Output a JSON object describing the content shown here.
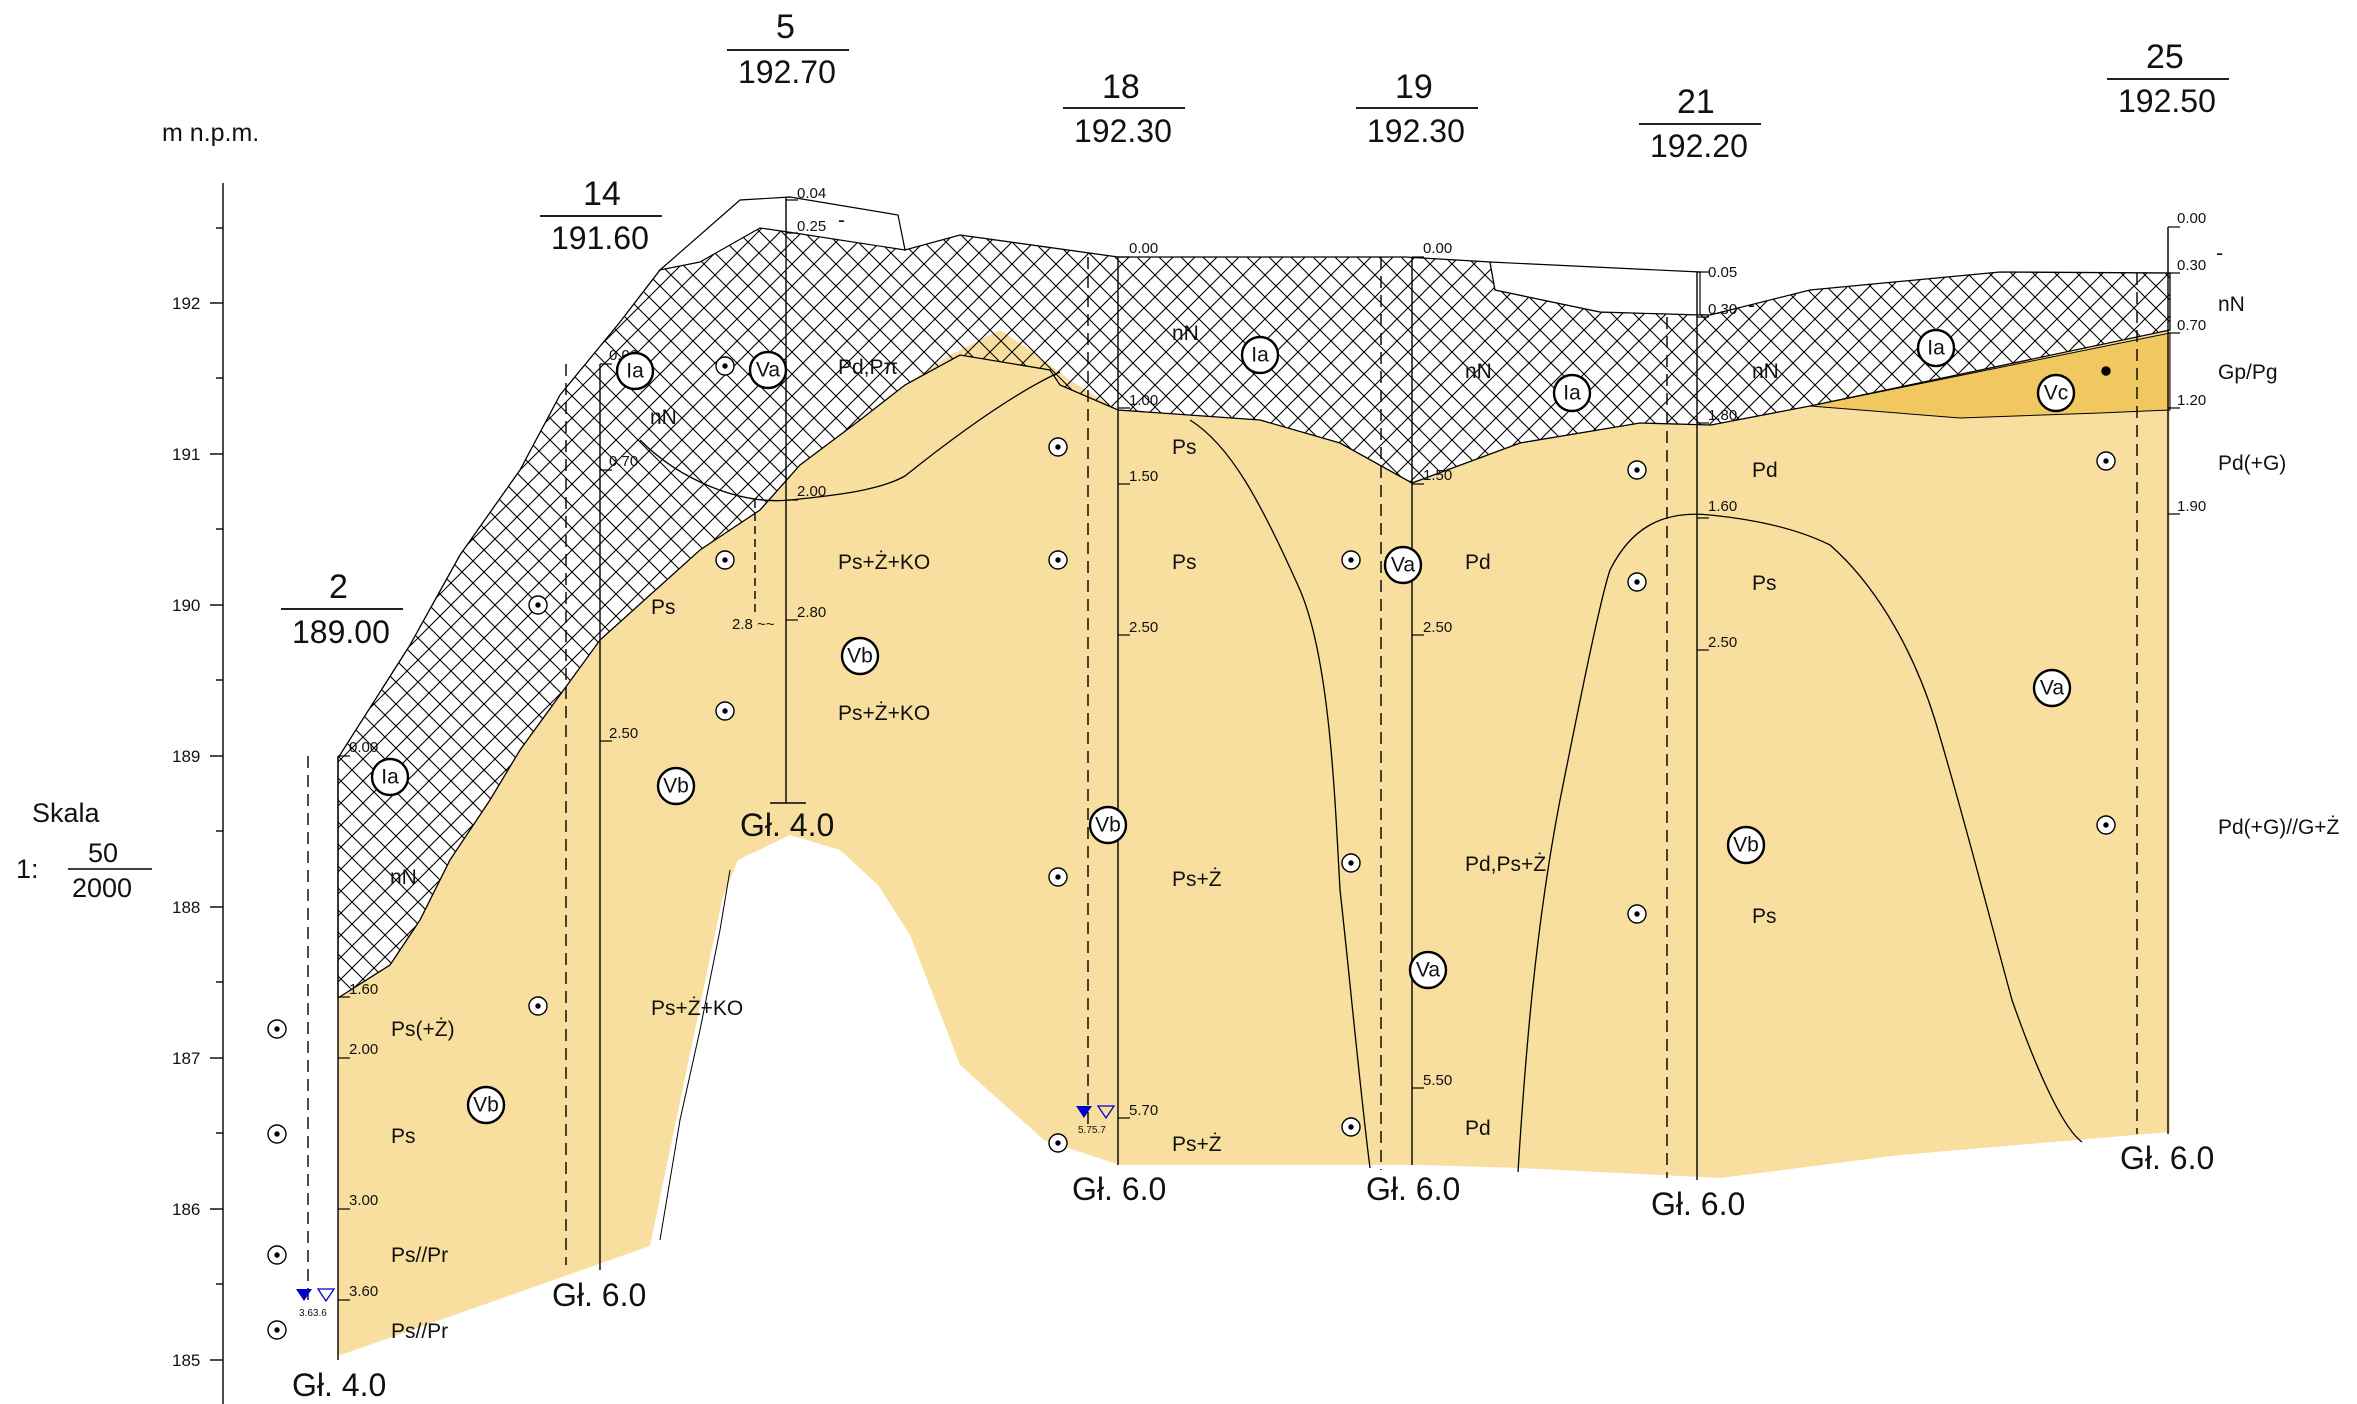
{
  "axis": {
    "unit_label": "m n.p.m.",
    "ticks": [
      "192",
      "191",
      "190",
      "189",
      "188",
      "187",
      "186",
      "185"
    ]
  },
  "scale": {
    "label": "Skala",
    "prefix": "1:",
    "numerator": "50",
    "denominator": "2000"
  },
  "colors": {
    "sand_fill": "#f8df9f",
    "gravel_fill": "#f1c860",
    "fill_hatch": "#000000",
    "groundwater": "#0000cc",
    "line": "#000000"
  },
  "boreholes": [
    {
      "id": "b2",
      "number": "2",
      "elevation": "189.00",
      "depth_label": "Gł. 4.0",
      "depths": [
        "0.00",
        "1.60",
        "2.00",
        "3.00",
        "3.60"
      ],
      "groundwater": "3.63.6"
    },
    {
      "id": "b14",
      "number": "14",
      "elevation": "191.60",
      "depth_label": "Gł. 6.0",
      "depths": [
        "0.00",
        "0.70",
        "2.50"
      ]
    },
    {
      "id": "b5",
      "number": "5",
      "elevation": "192.70",
      "depth_label": "Gł. 4.0",
      "depths": [
        "0.04",
        "0.25",
        "2.00",
        "2.80"
      ],
      "note": "2.8 ~~"
    },
    {
      "id": "b18",
      "number": "18",
      "elevation": "192.30",
      "depth_label": "Gł. 6.0",
      "depths": [
        "0.00",
        "1.00",
        "1.50",
        "2.50",
        "5.70"
      ],
      "groundwater": "5.75.7"
    },
    {
      "id": "b19",
      "number": "19",
      "elevation": "192.30",
      "depth_label": "Gł. 6.0",
      "depths": [
        "0.00",
        "1.50",
        "2.50",
        "5.50"
      ]
    },
    {
      "id": "b21",
      "number": "21",
      "elevation": "192.20",
      "depth_label": "Gł. 6.0",
      "depths": [
        "0.05",
        "0.30",
        "1.80",
        "1.60",
        "2.50"
      ]
    },
    {
      "id": "b25",
      "number": "25",
      "elevation": "192.50",
      "depth_label": "Gł. 6.0",
      "depths": [
        "0.00",
        "0.30",
        "0.70",
        "1.20",
        "1.90"
      ]
    }
  ],
  "soil_labels": {
    "nN_b2": "nN",
    "psz_b2": "Ps(+Ż)",
    "ps_b2": "Ps",
    "pspr1_b2": "Ps//Pr",
    "pspr2_b2": "Ps//Pr",
    "nN_b14": "nN",
    "ps_b14": "Ps",
    "pszko_b14": "Ps+Ż+KO",
    "pdpi_b5": "Pd,Pπ",
    "pszko1_b5": "Ps+Ż+KO",
    "pszko2_b5": "Ps+Ż+KO",
    "nN_b18": "nN",
    "ps1_b18": "Ps",
    "ps2_b18": "Ps",
    "psz1_b18": "Ps+Ż",
    "psz2_b18": "Ps+Ż",
    "nN_b19": "nN",
    "pd1_b19": "Pd",
    "pdpsz_b19": "Pd,Ps+Ż",
    "pd2_b19": "Pd",
    "nN_b21": "nN",
    "pd_b21": "Pd",
    "ps1_b21": "Ps",
    "ps2_b21": "Ps",
    "dash1": "-",
    "dash2": "-",
    "dash3": "-",
    "nN_b25": "nN",
    "gppg_b25": "Gp/Pg",
    "pdg_b25": "Pd(+G)",
    "pdgz_b25": "Pd(+G)//G+Ż"
  },
  "geo_units": {
    "ia1": "Ia",
    "ia2": "Ia",
    "ia3": "Ia",
    "ia4": "Ia",
    "ia5": "Ia",
    "va1": "Va",
    "va2": "Va",
    "va3": "Va",
    "va4": "Va",
    "vb1": "Vb",
    "vb2": "Vb",
    "vb3": "Vb",
    "vb4": "Vb",
    "vb5": "Vb",
    "vc1": "Vc"
  }
}
